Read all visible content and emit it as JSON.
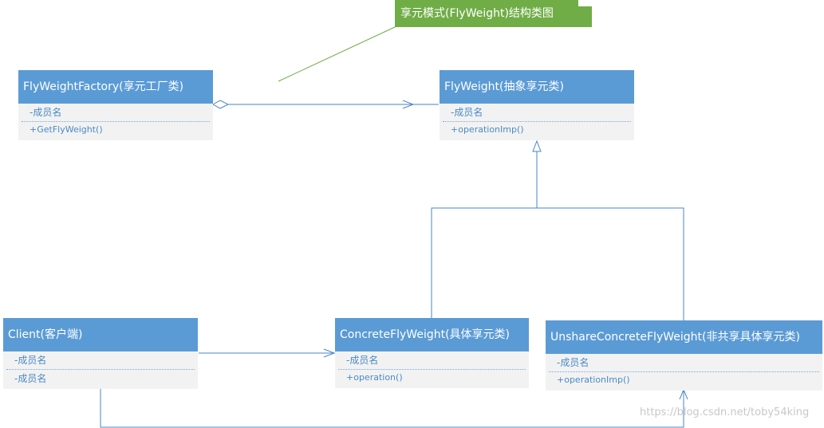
{
  "note": {
    "text": "享元模式(FlyWeight)结构类图"
  },
  "classes": {
    "factory": {
      "title": "FlyWeightFactory(享元工厂类)",
      "attributes": [
        "-成员名"
      ],
      "operations": [
        "+GetFlyWeight()"
      ]
    },
    "flyweight": {
      "title": "FlyWeight(抽象享元类)",
      "attributes": [
        "-成员名"
      ],
      "operations": [
        "+operationImp()"
      ]
    },
    "client": {
      "title": "Client(客户端)",
      "attributes": [
        "-成员名",
        "-成员名"
      ],
      "operations": []
    },
    "concrete": {
      "title": "ConcreteFlyWeight(具体享元类)",
      "attributes": [
        "-成员名"
      ],
      "operations": [
        "+operation()"
      ]
    },
    "unshare": {
      "title": "UnshareConcreteFlyWeight(非共享具体享元类)",
      "attributes": [
        "-成员名"
      ],
      "operations": [
        "+operationImp()"
      ]
    }
  },
  "colors": {
    "header": "#5b9bd5",
    "body": "#f2f2f2",
    "line": "#4a86c8",
    "note": "#70ad47"
  },
  "watermark": "https://blog.csdn.net/toby54king"
}
